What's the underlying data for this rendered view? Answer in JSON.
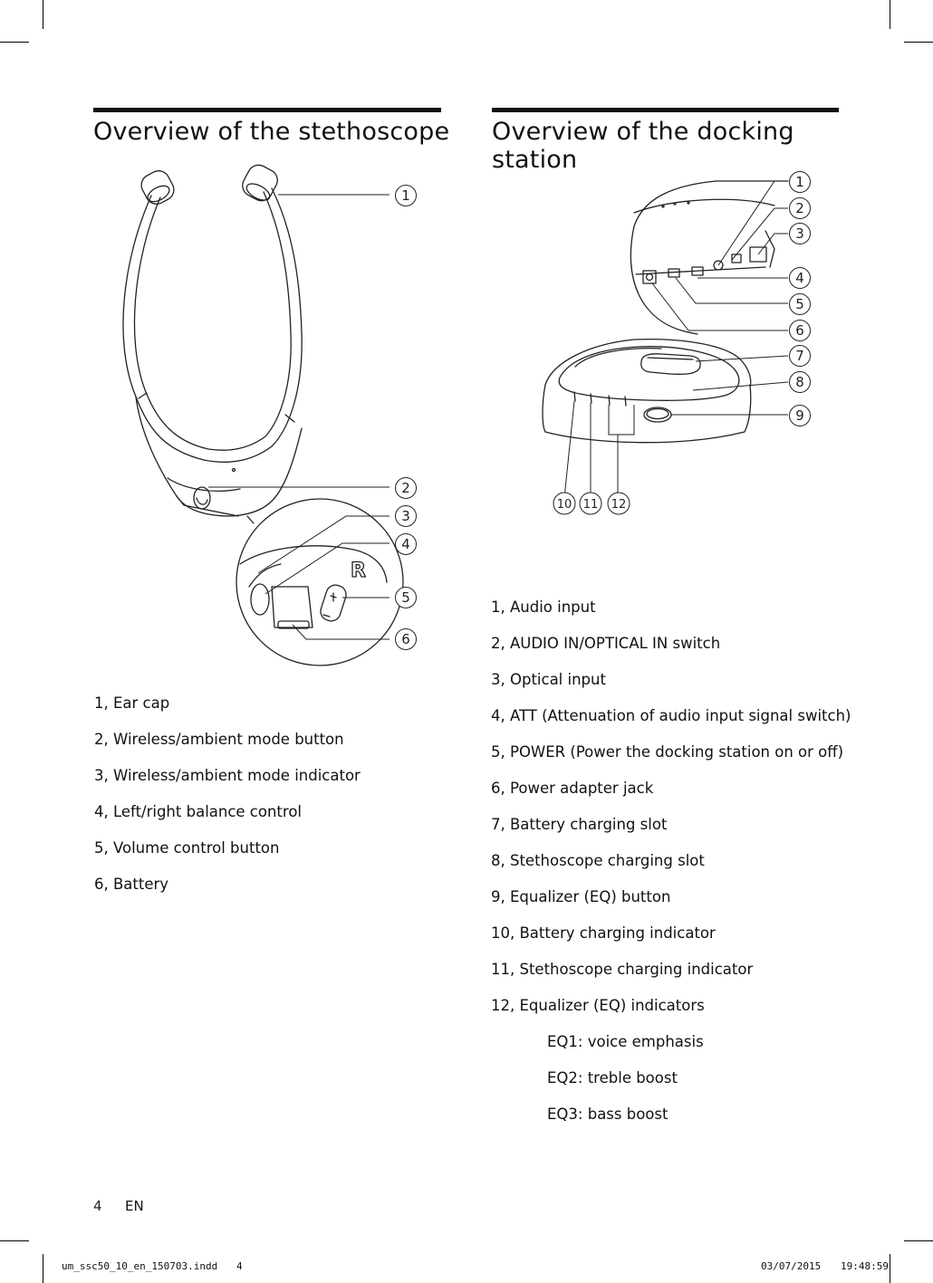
{
  "left": {
    "title": "Overview of the stethoscope",
    "callouts": [
      "1",
      "2",
      "3",
      "4",
      "5",
      "6"
    ],
    "button_mark": "R",
    "items": [
      {
        "num": "1",
        "text": ", Ear cap"
      },
      {
        "num": "2",
        "text": ", Wireless/ambient mode button"
      },
      {
        "num": "3",
        "text": ", Wireless/ambient mode indicator"
      },
      {
        "num": "4",
        "text": ", Left/right balance control"
      },
      {
        "num": "5",
        "text": ", Volume control button"
      },
      {
        "num": "6",
        "text": ", Battery"
      }
    ]
  },
  "right": {
    "title_line1": "Overview of the docking",
    "title_line2": "station",
    "callouts": [
      "1",
      "2",
      "3",
      "4",
      "5",
      "6",
      "7",
      "8",
      "9",
      "10",
      "11",
      "12"
    ],
    "items": [
      {
        "num": "1",
        "text": ", Audio input"
      },
      {
        "num": "2",
        "text": ", AUDIO IN/OPTICAL IN switch"
      },
      {
        "num": "3",
        "text": ", Optical input"
      },
      {
        "num": "4",
        "text": ", ATT (Attenuation of audio input signal switch)"
      },
      {
        "num": "5",
        "text": ", POWER (Power the docking station on or off)"
      },
      {
        "num": "6",
        "text": ", Power adapter jack"
      },
      {
        "num": "7",
        "text": ", Battery charging slot"
      },
      {
        "num": "8",
        "text": ", Stethoscope charging slot"
      },
      {
        "num": "9",
        "text": ", Equalizer (EQ) button"
      },
      {
        "num": "10",
        "text": ", Battery charging indicator"
      },
      {
        "num": "11",
        "text": ", Stethoscope charging indicator"
      },
      {
        "num": "12",
        "text": ", Equalizer (EQ) indicators"
      }
    ],
    "eq_items": [
      "EQ1: voice emphasis",
      "EQ2: treble boost",
      "EQ3: bass boost"
    ]
  },
  "page": {
    "number": "4",
    "lang": "EN"
  },
  "footer": {
    "file": "um_ssc50_10_en_150703.indd",
    "page": "4",
    "date": "03/07/2015",
    "time": "19:48:59"
  }
}
